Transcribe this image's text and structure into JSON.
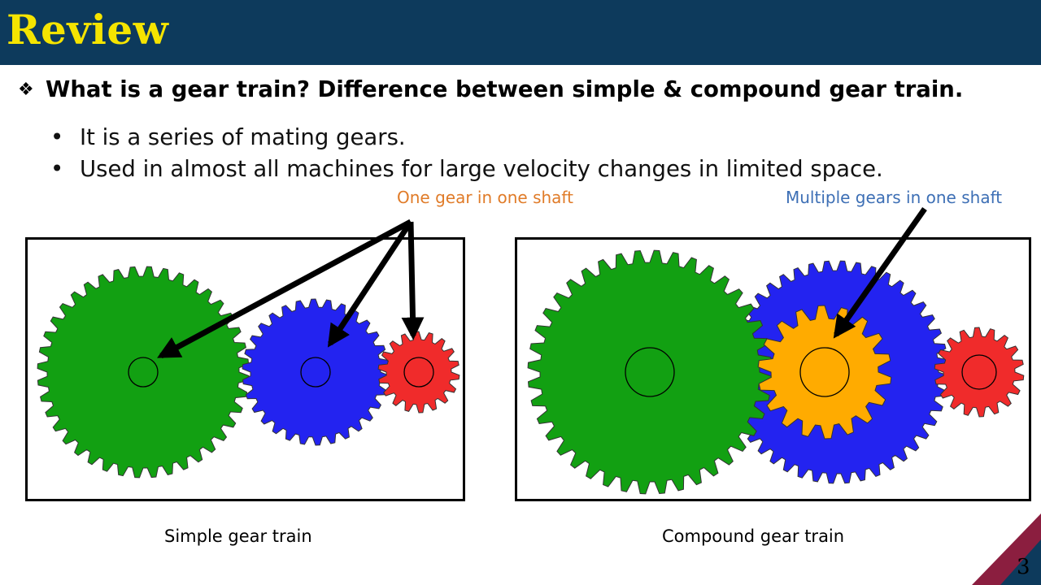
{
  "header": {
    "title": "Review"
  },
  "question": {
    "text": "What is a gear train? Difference between simple & compound gear train."
  },
  "bullets": [
    "It is a series of mating gears.",
    "Used in almost all machines for large velocity changes in limited space."
  ],
  "callouts": {
    "one_gear": "One gear in one shaft",
    "multiple_gears": "Multiple gears in one shaft"
  },
  "captions": {
    "simple": "Simple gear train",
    "compound": "Compound gear train"
  },
  "page_number": "3",
  "colors": {
    "header_bg": "#0d3a5c",
    "title": "#f5e400",
    "callout_one": "#e07b28",
    "callout_multi": "#3d6fb5",
    "gear_green": "#12a012",
    "gear_blue": "#2323f0",
    "gear_red": "#f02b2b",
    "gear_orange": "#ffab00",
    "corner_accent": "#8b1e3f"
  }
}
